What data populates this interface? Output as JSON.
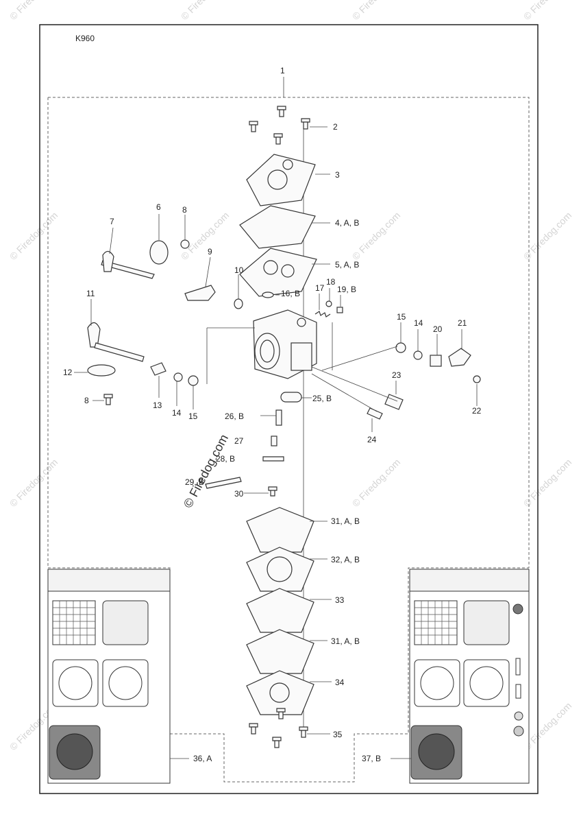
{
  "model": "K960",
  "watermark": "© Firedog.com",
  "callouts": [
    {
      "id": "c1",
      "label": "1"
    },
    {
      "id": "c2",
      "label": "2"
    },
    {
      "id": "c3",
      "label": "3"
    },
    {
      "id": "c4",
      "label": "4, A, B"
    },
    {
      "id": "c5",
      "label": "5, A, B"
    },
    {
      "id": "c6",
      "label": "6"
    },
    {
      "id": "c7",
      "label": "7"
    },
    {
      "id": "c8a",
      "label": "8"
    },
    {
      "id": "c9",
      "label": "9"
    },
    {
      "id": "c10",
      "label": "10"
    },
    {
      "id": "c11",
      "label": "11"
    },
    {
      "id": "c12",
      "label": "12"
    },
    {
      "id": "c8b",
      "label": "8"
    },
    {
      "id": "c13",
      "label": "13"
    },
    {
      "id": "c14a",
      "label": "14"
    },
    {
      "id": "c15a",
      "label": "15"
    },
    {
      "id": "c16",
      "label": "16, B"
    },
    {
      "id": "c17",
      "label": "17"
    },
    {
      "id": "c18",
      "label": "18"
    },
    {
      "id": "c19",
      "label": "19, B"
    },
    {
      "id": "c15b",
      "label": "15"
    },
    {
      "id": "c14b",
      "label": "14"
    },
    {
      "id": "c20",
      "label": "20"
    },
    {
      "id": "c21",
      "label": "21"
    },
    {
      "id": "c22",
      "label": "22"
    },
    {
      "id": "c23",
      "label": "23"
    },
    {
      "id": "c24",
      "label": "24"
    },
    {
      "id": "c25",
      "label": "25, B"
    },
    {
      "id": "c26",
      "label": "26, B"
    },
    {
      "id": "c27",
      "label": "27"
    },
    {
      "id": "c28",
      "label": "28, B"
    },
    {
      "id": "c29",
      "label": "29, B"
    },
    {
      "id": "c30",
      "label": "30"
    },
    {
      "id": "c31a",
      "label": "31, A, B"
    },
    {
      "id": "c32",
      "label": "32, A, B"
    },
    {
      "id": "c33",
      "label": "33"
    },
    {
      "id": "c31b",
      "label": "31, A, B"
    },
    {
      "id": "c34",
      "label": "34"
    },
    {
      "id": "c35",
      "label": "35"
    },
    {
      "id": "c36",
      "label": "36, A"
    },
    {
      "id": "c37",
      "label": "37, B"
    }
  ]
}
